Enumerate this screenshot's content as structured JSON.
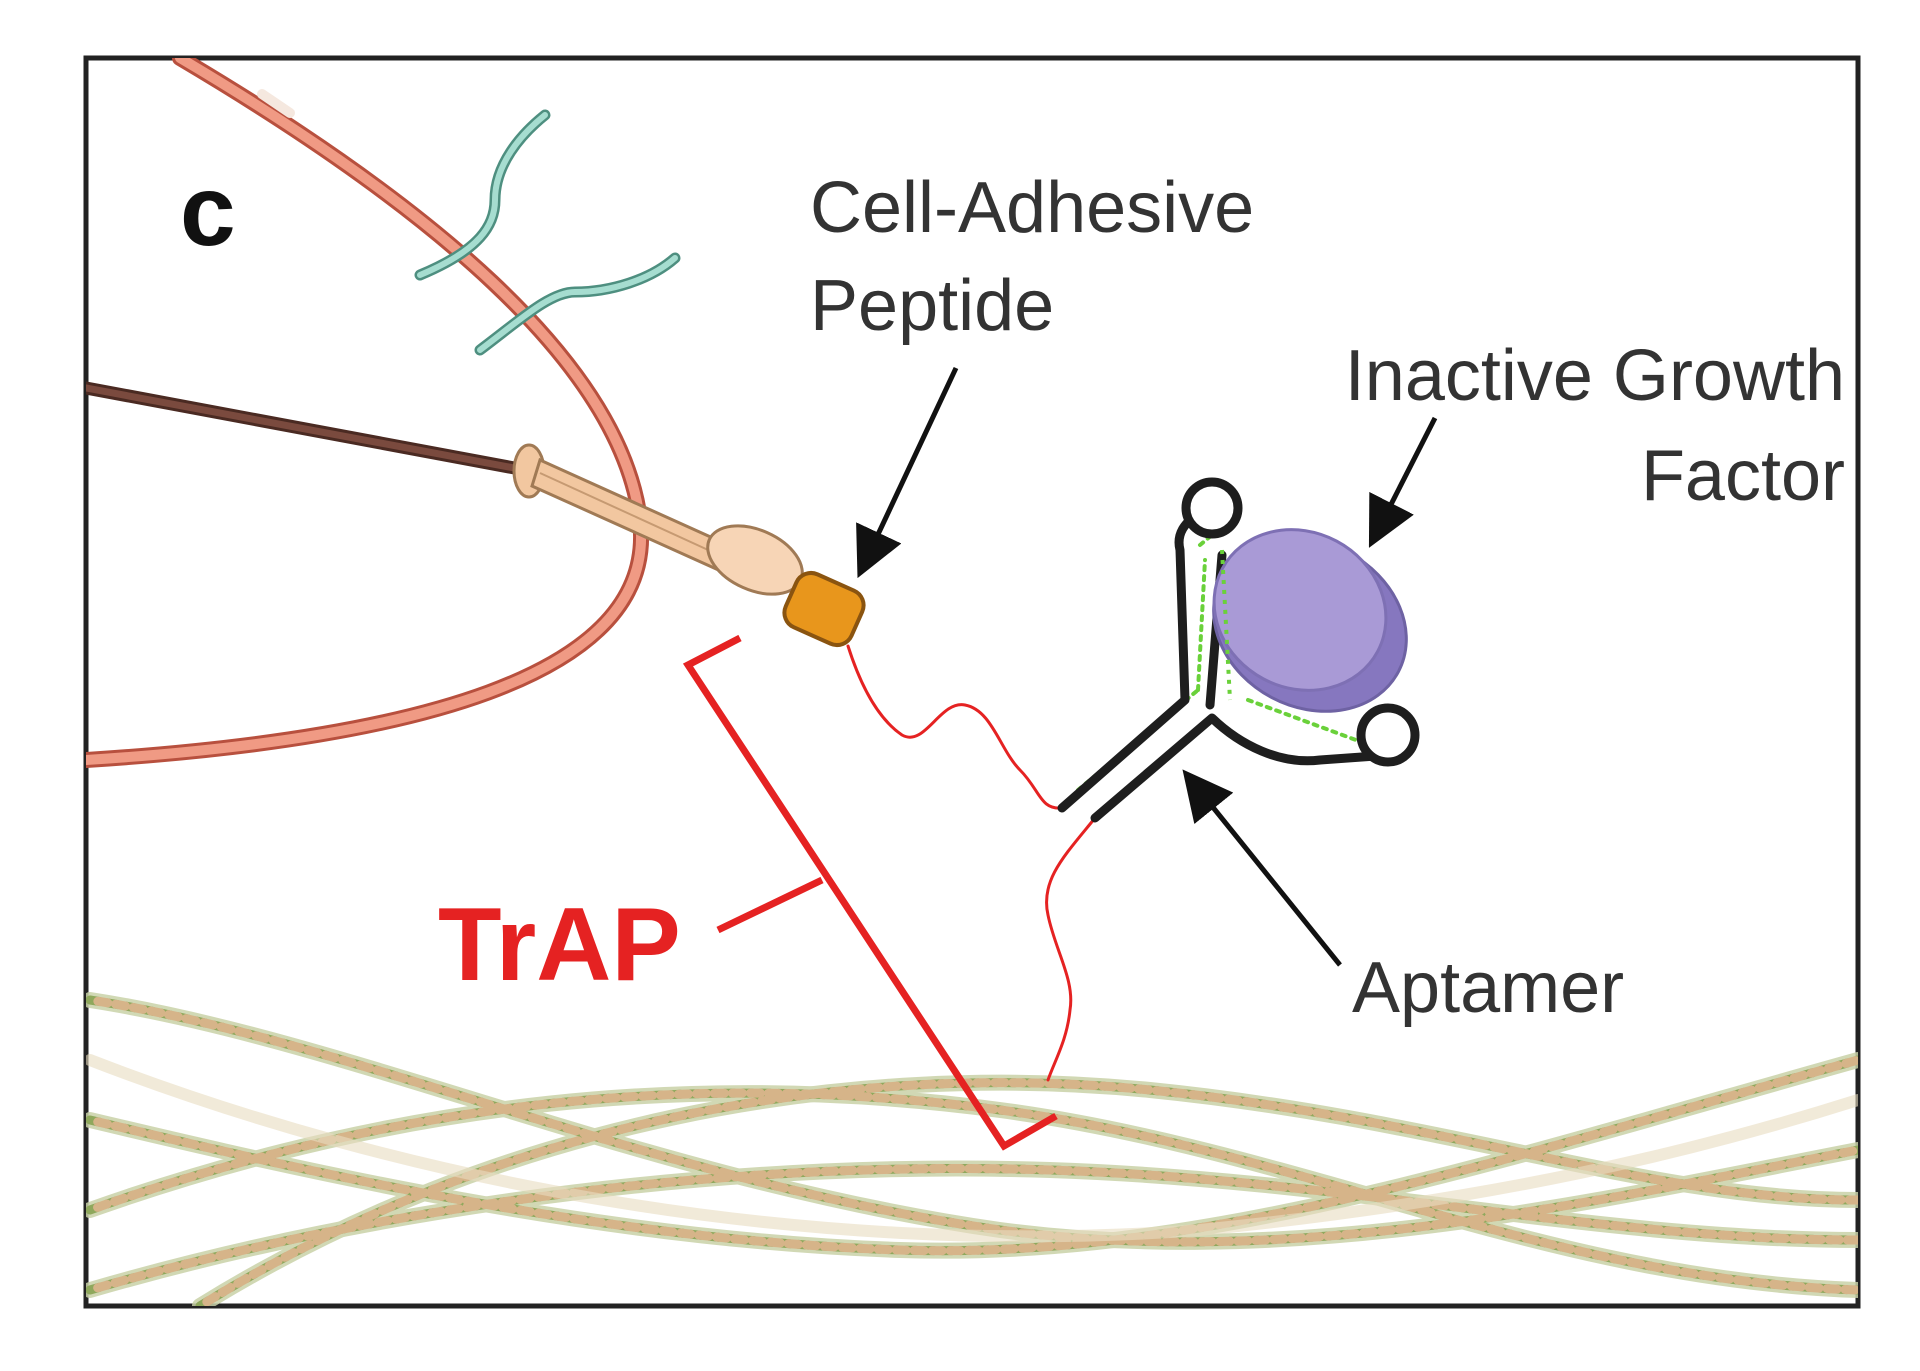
{
  "panel_letter": "c",
  "labels": {
    "peptide_line1": "Cell-Adhesive",
    "peptide_line2": "Peptide",
    "growth_line1": "Inactive Growth",
    "growth_line2": "Factor",
    "aptamer": "Aptamer",
    "trap": "TrAP"
  },
  "colors": {
    "frame": "#222222",
    "cell_membrane": "#e8806a",
    "cell_membrane_outline": "#b8503e",
    "fiber_green": "#8fa85c",
    "fiber_tan": "#d6b489",
    "receptor_teal": "#7fc4b4",
    "integrin": "#f2c7a0",
    "peptide_orange": "#e8961c",
    "linker_red": "#e52222",
    "aptamer_green": "#6ad13a",
    "growth_factor_purple": "#a99ad6",
    "arrow": "#111111",
    "label_text": "#333333",
    "trap_red": "#e52222"
  }
}
